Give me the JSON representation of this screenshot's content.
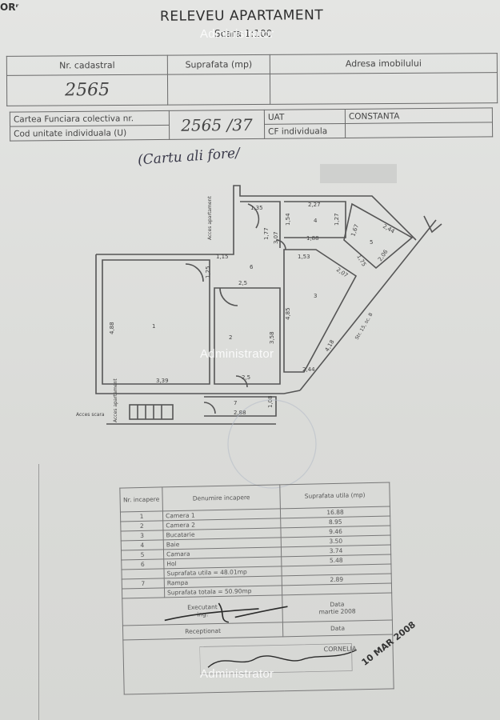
{
  "corner_text": "ORʳ",
  "header": {
    "title": "RELEVEU APARTAMENT",
    "scale": "Scara 1:100"
  },
  "cadastral_table": {
    "headers": [
      "Nr. cadastral",
      "Suprafata (mp)",
      "Adresa imobilului"
    ],
    "values": [
      "2565",
      "",
      ""
    ]
  },
  "cf_table": {
    "carte_label": "Cartea Funciara colectiva nr.",
    "cod_label": "Cod unitate individuala (U)",
    "cod_value": "2565 /37",
    "uat_label": "UAT",
    "uat_value": "CONSTANTA",
    "cf_label": "CF individuala",
    "cf_value": ""
  },
  "handwritten_note": "(Cartu ali fore/",
  "plan": {
    "access_label": "Acces apartament",
    "access_scara": "Acces scara",
    "street_label": "Str. 15, sc. B",
    "room_numbers": [
      "1",
      "2",
      "3",
      "4",
      "5",
      "6",
      "7"
    ],
    "dims": [
      "1,35",
      "2,27",
      "1,27",
      "1,77",
      "1,54",
      "1,88",
      "1,67",
      "2,44",
      "3,07",
      "1,15",
      "1,53",
      "1,25",
      "2,07",
      "1,75",
      "2,06",
      "2,5",
      "4,88",
      "3,58",
      "4,85",
      "4,18",
      "3,39",
      "2,5",
      "2,44",
      "1,08",
      "2,88"
    ]
  },
  "rooms_table": {
    "headers": [
      "Nr. incapere",
      "Denumire incapere",
      "Suprafata utila (mp)"
    ],
    "rows": [
      {
        "nr": "1",
        "name": "Camera 1",
        "area": "16.88"
      },
      {
        "nr": "2",
        "name": "Camera 2",
        "area": "8.95"
      },
      {
        "nr": "3",
        "name": "Bucatarie",
        "area": "9.46"
      },
      {
        "nr": "4",
        "name": "Baie",
        "area": "3.50"
      },
      {
        "nr": "5",
        "name": "Camara",
        "area": "3.74"
      },
      {
        "nr": "6",
        "name": "Hol",
        "area": "5.48"
      }
    ],
    "suprafata_utila": "Suprafata utila = 48.01mp",
    "rampa": {
      "nr": "7",
      "name": "Rampa",
      "area": "2.89"
    },
    "suprafata_totala": "Suprafata totala = 50.90mp",
    "executant_label": "Executant",
    "executant_name": "ing.",
    "data_label": "Data",
    "data_value": "martie 2008",
    "receptionat_label": "Receptionat",
    "data2_label": "Data",
    "stamp_text": "CORNELIA",
    "stamp_date": "10 MAR 2008"
  },
  "watermark": "Administrator"
}
